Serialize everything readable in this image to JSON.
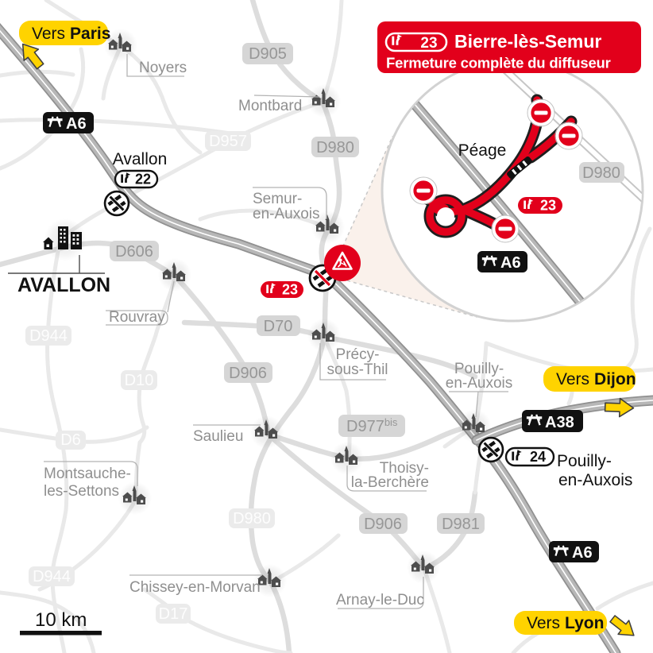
{
  "banner": {
    "exit_number": "23",
    "title": "Bierre-lès-Semur",
    "subtitle": "Fermeture complète du diffuseur"
  },
  "directions": {
    "paris": {
      "prefix": "Vers",
      "city": "Paris"
    },
    "dijon": {
      "prefix": "Vers",
      "city": "Dijon"
    },
    "lyon": {
      "prefix": "Vers",
      "city": "Lyon"
    }
  },
  "motorways": {
    "a6_top": "A6",
    "a6_inset": "A6",
    "a6_bottom": "A6",
    "a38": "A38"
  },
  "inset": {
    "peage": "Péage",
    "exit_number": "23",
    "road_badge": "D980"
  },
  "exits": {
    "e22": {
      "city": "Avallon",
      "number": "22"
    },
    "e23": {
      "number": "23"
    },
    "e24": {
      "number": "24",
      "city_line1": "Pouilly-",
      "city_line2": "en-Auxois"
    }
  },
  "road_badges": {
    "d905": "D905",
    "d957": "D957",
    "d980_top": "D980",
    "d606": "D606",
    "d944_top": "D944",
    "d70": "D70",
    "d10": "D10",
    "d906_mid": "D906",
    "d6": "D6",
    "d977_base": "D977",
    "d977_sup": "bis",
    "d980_low": "D980",
    "d906_low": "D906",
    "d981": "D981",
    "d944_low": "D944",
    "d17": "D17"
  },
  "towns": {
    "noyers": "Noyers",
    "montbard": "Montbard",
    "semur_line1": "Semur-",
    "semur_line2": "en-Auxois",
    "rouvray": "Rouvray",
    "precy_line1": "Précy-",
    "precy_line2": "sous-Thil",
    "saulieu": "Saulieu",
    "montsauche_line1": "Montsauche-",
    "montsauche_line2": "les-Settons",
    "thoisy_line1": "Thoisy-",
    "thoisy_line2": "la-Berchère",
    "chissey": "Chissey-en-Morvan",
    "arnay": "Arnay-le-Duc",
    "pouilly_line1": "Pouilly-",
    "pouilly_line2": "en-Auxois"
  },
  "city": {
    "avallon": "AVALLON"
  },
  "scale_label": "10 km",
  "colors": {
    "red": "#e2001b",
    "yellow": "#ffd300",
    "black": "#111111"
  }
}
